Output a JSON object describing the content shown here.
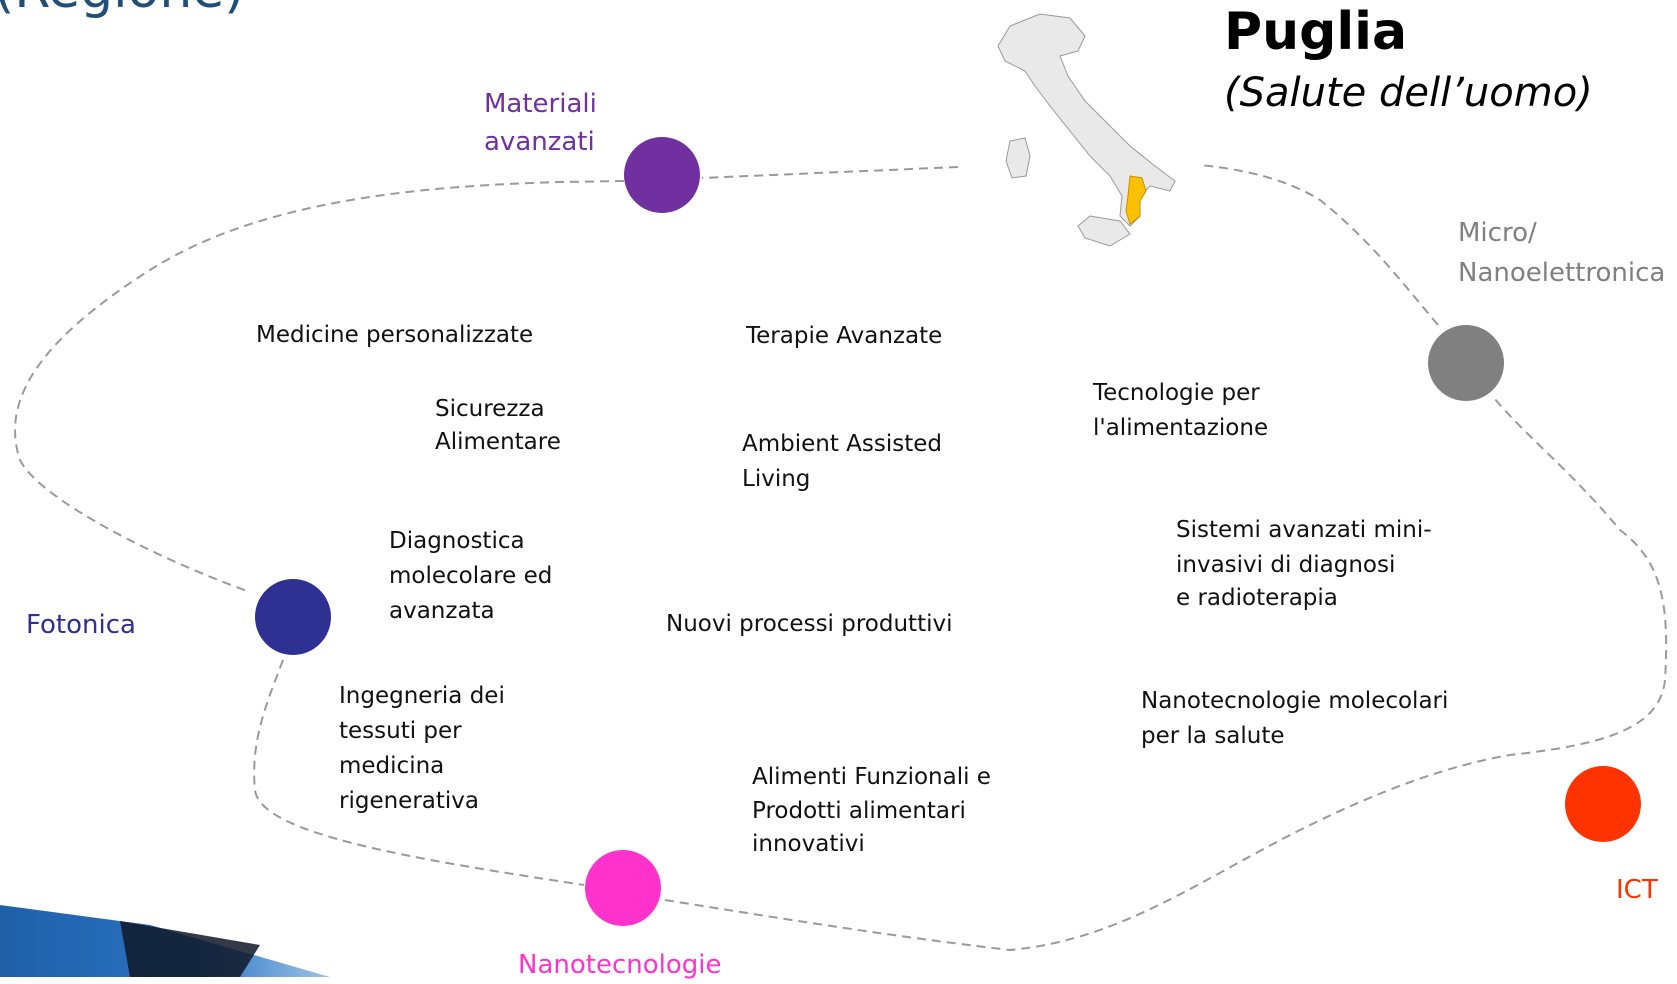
{
  "header": {
    "partial_title": "(Regione)",
    "region": "Puglia",
    "subtitle": "(Salute dell’uomo)"
  },
  "nodes": {
    "materiali": {
      "label_line1": "Materiali",
      "label_line2": "avanzati",
      "color": "#7030a0"
    },
    "micro": {
      "label_line1": "Micro/",
      "label_line2": "Nanoelettronica",
      "color": "#808080"
    },
    "fotonica": {
      "label": "Fotonica",
      "color": "#2e3192"
    },
    "nanotec": {
      "label": "Nanotecnologie",
      "color": "#ff33cc"
    },
    "ict": {
      "label": "ICT",
      "color": "#ff3300"
    }
  },
  "topics": {
    "medicine": "Medicine personalizzate",
    "terapie": "Terapie Avanzate",
    "sicurezza_1": "Sicurezza",
    "sicurezza_2": "Alimentare",
    "ambient_1": "Ambient Assisted",
    "ambient_2": "Living",
    "tecnologie_1": "Tecnologie per",
    "tecnologie_2": "l'alimentazione",
    "diagnostica_1": "Diagnostica",
    "diagnostica_2": "molecolare ed",
    "diagnostica_3": "avanzata",
    "sistemi_1": "Sistemi avanzati mini-",
    "sistemi_2": "invasivi di diagnosi",
    "sistemi_3": "e radioterapia",
    "nuovi": "Nuovi processi produttivi",
    "ingegneria_1": "Ingegneria dei",
    "ingegneria_2": "tessuti per",
    "ingegneria_3": "medicina",
    "ingegneria_4": "rigenerativa",
    "nanomol_1": "Nanotecnologie molecolari",
    "nanomol_2": "per la salute",
    "alimenti_1": "Alimenti Funzionali  e",
    "alimenti_2": "Prodotti alimentari",
    "alimenti_3": "innovativi"
  },
  "map": {
    "highlight_color": "#ffc000",
    "land_color": "#e8e8e8"
  }
}
